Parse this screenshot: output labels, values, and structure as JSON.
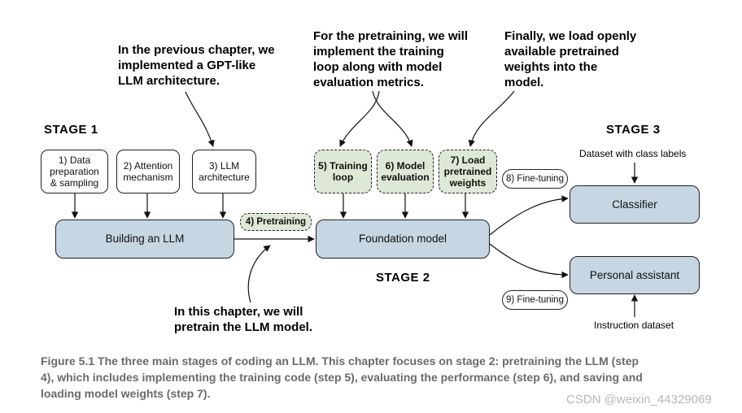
{
  "annotations": {
    "previous_chapter": "In the previous chapter, we\nimplemented a GPT-like\nLLM architecture.",
    "pretraining": "For the pretraining, we will\nimplement the training\nloop along with model\nevaluation metrics.",
    "finally": "Finally, we load openly\navailable pretrained\nweights into the\nmodel.",
    "this_chapter": "In this chapter, we will\npretrain the LLM model."
  },
  "stages": {
    "stage1": "STAGE 1",
    "stage2": "STAGE 2",
    "stage3": "STAGE 3"
  },
  "boxes": {
    "data_prep": "1) Data\npreparation\n& sampling",
    "attention": "2) Attention\nmechanism",
    "llm_arch": "3) LLM\narchitecture",
    "building_llm": "Building an LLM",
    "pretraining": "4) Pretraining",
    "training_loop": "5) Training\nloop",
    "model_eval": "6) Model\nevaluation",
    "load_weights": "7) Load\npretrained\nweights",
    "foundation": "Foundation model",
    "finetune8": "8) Fine-tuning",
    "finetune9": "9) Fine-tuning",
    "classifier": "Classifier",
    "assistant": "Personal assistant"
  },
  "labels": {
    "class_labels": "Dataset with class labels",
    "instruction": "Instruction dataset"
  },
  "caption": "Figure 5.1    The three main stages of coding an LLM. This chapter focuses on stage 2: pretraining the LLM (step\n4), which includes implementing the training code (step 5), evaluating the performance (step 6), and saving and\nloading model weights (step 7).",
  "watermark": "CSDN @weixin_44329069"
}
